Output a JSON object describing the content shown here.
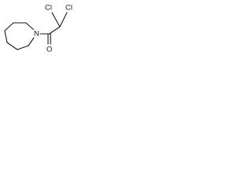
{
  "molecule": {
    "atoms": {
      "nitrogen": "N",
      "oxygen": "O",
      "chlorine_left": "Cl",
      "chlorine_right": "Cl"
    }
  }
}
